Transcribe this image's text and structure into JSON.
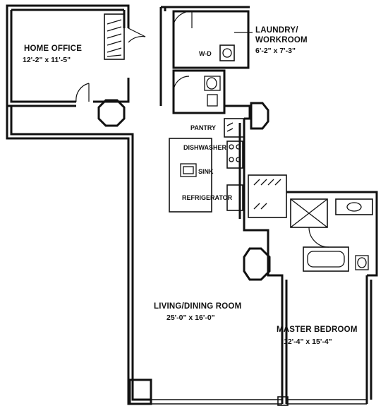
{
  "rooms": {
    "home_office": {
      "name": "HOME OFFICE",
      "dim": "12'-2\" x 11'-5\""
    },
    "laundry": {
      "name_line1": "LAUNDRY/",
      "name_line2": "WORKROOM",
      "dim": "6'-2\" x 7'-3\""
    },
    "living": {
      "name": "LIVING/DINING ROOM",
      "dim": "25'-0\" x 16'-0\""
    },
    "master": {
      "name": "MASTER BEDROOM",
      "dim": "12'-4\" x 15'-4\""
    }
  },
  "fixtures": {
    "wd": "W-D",
    "pantry": "PANTRY",
    "dishwasher": "DISHWASHER",
    "sink": "SINK",
    "refrigerator": "REFRIGERATOR"
  }
}
